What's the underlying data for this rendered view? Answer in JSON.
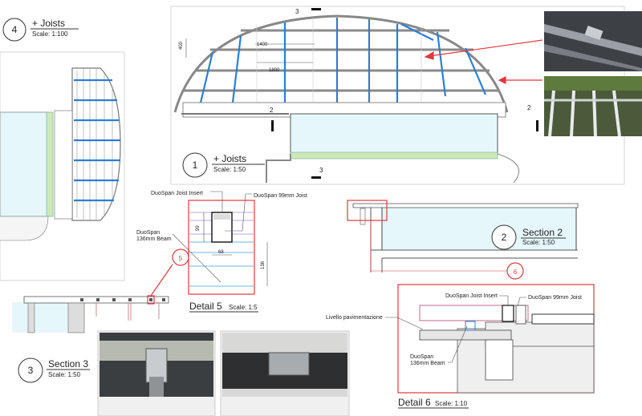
{
  "colors": {
    "joist": "#2a7fd4",
    "beam": "#8a8a8a",
    "callout": "#e0393e",
    "pool": "#e6f7fb",
    "edge": "#9fd18a"
  },
  "view4": {
    "number": "4",
    "title": "+ Joists",
    "scale": "Scale: 1:100"
  },
  "view1": {
    "number": "1",
    "title": "+ Joists",
    "scale": "Scale: 1:50",
    "dims": [
      "400",
      "1400",
      "1800"
    ],
    "section_marks": [
      "3",
      "3",
      "2",
      "2"
    ]
  },
  "section2": {
    "number": "2",
    "title": "Section 2",
    "scale": "Scale: 1:50",
    "callout": "6"
  },
  "section3": {
    "number": "3",
    "title": "Section 3",
    "scale": "Scale: 1:50",
    "callout": "5"
  },
  "detail5": {
    "title": "Detail  5",
    "scale": "Scale: 1:5",
    "labels": {
      "insert": "DuoSpan Joist Insert",
      "joist": "DuoSpan 99mm Joist",
      "beam_l1": "DuoSpan",
      "beam_l2": "136mm Beam"
    },
    "dims": [
      "99",
      "68",
      "136"
    ]
  },
  "detail6": {
    "title": "Detail 6",
    "scale": "Scale: 1:10",
    "labels": {
      "insert": "DuoSpan Joist Insert",
      "joist": "DuoSpan 99mm Joist",
      "level": "Livello pavimentazione",
      "beam_l1": "DuoSpan",
      "beam_l2": "136mm Beam"
    }
  }
}
